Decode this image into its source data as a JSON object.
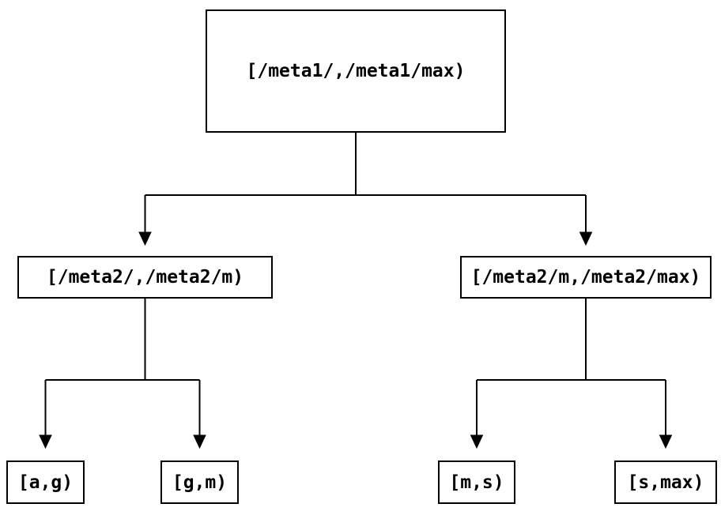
{
  "diagram": {
    "type": "tree",
    "background_color": "#ffffff",
    "line_color": "#000000",
    "text_color": "#000000",
    "nodes": {
      "root": {
        "label": "[/meta1/,/meta1/max)"
      },
      "level2_left": {
        "label": "[/meta2/,/meta2/m)"
      },
      "level2_right": {
        "label": "[/meta2/m,/meta2/max)"
      },
      "leaf_ag": {
        "label": "[a,g)"
      },
      "leaf_gm": {
        "label": "[g,m)"
      },
      "leaf_ms": {
        "label": "[m,s)"
      },
      "leaf_smax": {
        "label": "[s,max)"
      }
    },
    "edges": [
      {
        "from": "root",
        "to": "level2_left"
      },
      {
        "from": "root",
        "to": "level2_right"
      },
      {
        "from": "level2_left",
        "to": "leaf_ag"
      },
      {
        "from": "level2_left",
        "to": "leaf_gm"
      },
      {
        "from": "level2_right",
        "to": "leaf_ms"
      },
      {
        "from": "level2_right",
        "to": "leaf_smax"
      }
    ]
  }
}
